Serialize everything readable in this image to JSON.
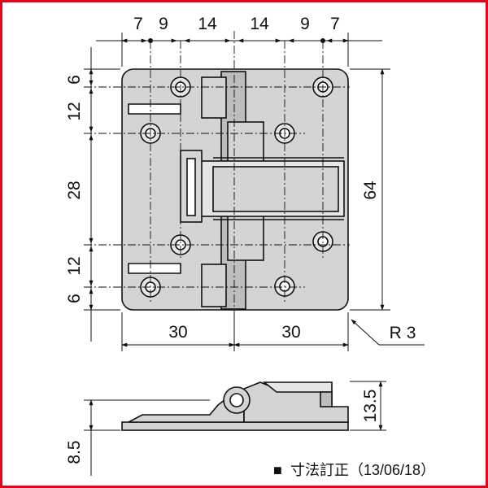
{
  "colors": {
    "frame": "#e2001a",
    "outline": "#111111",
    "part_fill": "#d4d4d4",
    "part_shade": "#bdbdbd",
    "correction_marker": "#e2001a",
    "corrected_dimension": "#e2001a"
  },
  "top_dimensions": [
    "7",
    "9",
    "14",
    "14",
    "9",
    "7"
  ],
  "left_dimensions": [
    "6",
    "12",
    "28",
    "12",
    "6"
  ],
  "right_dimension": "64",
  "bottom_dimensions": [
    "30",
    "30"
  ],
  "radius_callout": "R3",
  "side_view": {
    "height_label": "13.5",
    "thickness_label": "8.5"
  },
  "correction_note": {
    "marker": "■",
    "text": "寸法訂正（13/06/18）"
  }
}
